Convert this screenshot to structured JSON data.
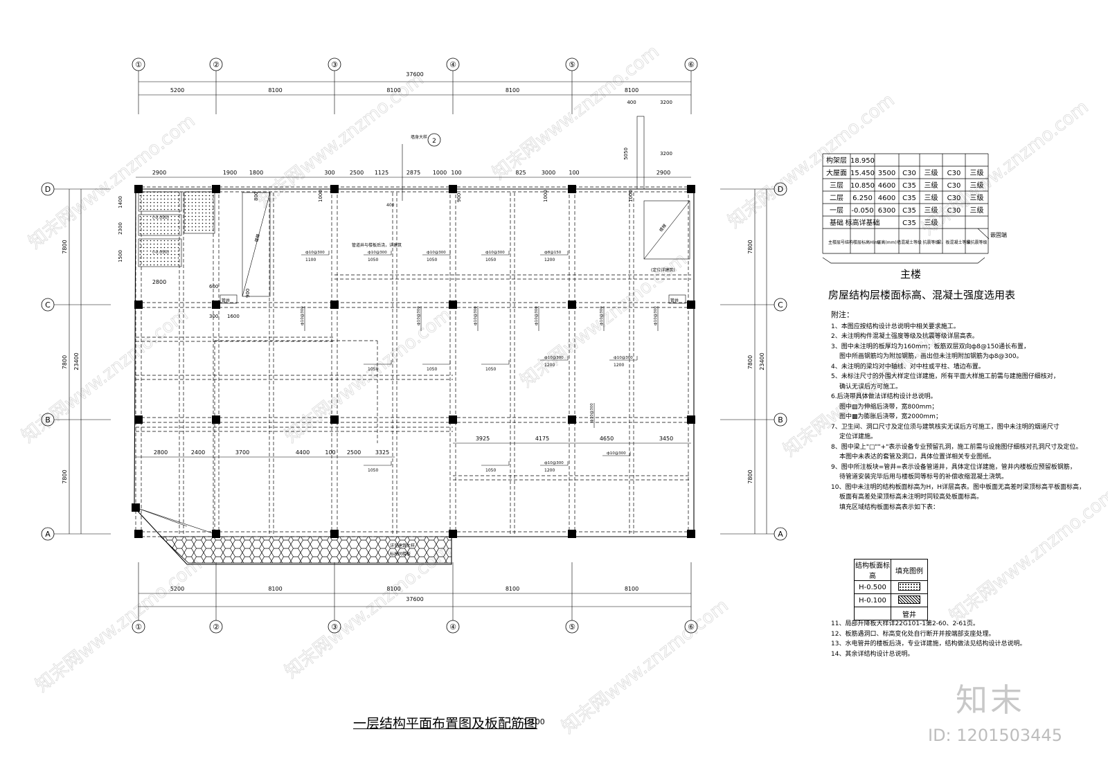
{
  "grid": {
    "column_labels": [
      "①",
      "②",
      "③",
      "④",
      "⑤",
      "⑥"
    ],
    "row_labels": [
      "D",
      "C",
      "B",
      "A"
    ],
    "column_spacings": [
      "5200",
      "8100",
      "8100",
      "8100",
      "8100"
    ],
    "row_spacings": [
      "7800",
      "7800",
      "7800"
    ],
    "overall_width": "37600",
    "overall_depth": "23400"
  },
  "dims": {
    "top_upper": [
      "2900",
      "1900",
      "1800",
      "300",
      "2500",
      "1125",
      "2875",
      "1000",
      "100",
      "825",
      "3000",
      "100",
      "2900"
    ],
    "top_right": [
      "400",
      "3200",
      "3200",
      "5050"
    ],
    "left_inner": [
      "2800",
      "1400",
      "2300",
      "1500"
    ],
    "misc": [
      "600",
      "300",
      "1600",
      "900",
      "800",
      "1000",
      "900",
      "1000",
      "1000"
    ],
    "row_b_below": [
      "2800",
      "2400",
      "3700",
      "4400",
      "100",
      "2500",
      "3325"
    ],
    "row_b_right": [
      "3925",
      "4175",
      "4650",
      "3450"
    ]
  },
  "slab_labels": {
    "rebar_a": "ф10@300",
    "rebar_b": "ф8@300",
    "rebar_c": "ф8@150",
    "len_1050": "1050",
    "len_1100": "1100",
    "len_1200": "1200",
    "len_400": "400"
  },
  "plan_text": {
    "stair": "楼梯",
    "stair2": "楼梯",
    "locate": "(定位详建筑)",
    "pipe": "管井",
    "pipe2": "管井",
    "detail": "墙身大样",
    "detail_no": "2",
    "equip": "管道井与楼板后浇，详建筑",
    "elev1": "(-0.050)",
    "elev2": "(-0.050)",
    "bottom_note": "详见建筑大样",
    "bottom_note2": "标高同楼板"
  },
  "level_table": {
    "rows": [
      {
        "level": "构架层",
        "height": "18.950",
        "floor_h": "",
        "grade": "",
        "seismic": "",
        "c2": "",
        "s2": ""
      },
      {
        "level": "大屋面",
        "height": "15.450",
        "floor_h": "3500",
        "grade": "C30",
        "seismic": "三级",
        "c2": "C30",
        "s2": "三级"
      },
      {
        "level": "三层",
        "height": "10.850",
        "floor_h": "4600",
        "grade": "C35",
        "seismic": "三级",
        "c2": "C30",
        "s2": "三级"
      },
      {
        "level": "二层",
        "height": "6.250",
        "floor_h": "4600",
        "grade": "C35",
        "seismic": "三级",
        "c2": "C30",
        "s2": "三级"
      },
      {
        "level": "一层",
        "height": "-0.050",
        "floor_h": "6300",
        "grade": "C35",
        "seismic": "三级",
        "c2": "C30",
        "s2": "三级"
      },
      {
        "level": "基础",
        "height": "标高详基础",
        "floor_h": "",
        "grade": "C35",
        "seismic": "三级",
        "c2": "",
        "s2": ""
      }
    ],
    "header": [
      "主楼层号",
      "结构楼层标高H(m)",
      "层高(mm)",
      "墙混凝土等级",
      "抗震等级",
      "梁、板混凝土等级",
      "梁抗震等级"
    ],
    "embed_label": "嵌固端",
    "building": "主楼",
    "caption": "房屋结构层楼面标高、混凝土强度选用表"
  },
  "notes": {
    "title": "附注：",
    "items": [
      "1、本图应按结构设计总说明中相关要求施工。",
      "2、未注明构件混凝土强度等级及抗震等级详层高表。",
      "3、图中未注明的板厚均为160mm；板筋双层双向ф8@150通长布置，",
      "图中所画钢筋均为附加钢筋，画出但未注明附加钢筋为ф8@300。",
      "4、未注明的梁均对中轴线、对中柱或平柱、墙边布置。",
      "5、未标注尺寸的外围大样定位详建施，所有平面大样施工前需与建施图仔细核对，",
      "确认无误后方可施工。",
      "6.后浇带具体做法详结构设计总说明。",
      "图中▨为伸缩后浇带，宽800mm；",
      "图中▩为膨胀后浇带，宽2000mm；",
      "7、卫生间、洞口尺寸及定位须与建筑核实无误后方可施工，图中未注明的烟道尺寸",
      "定位详建施。",
      "8、图中梁上\"□\"\"+\"表示设备专业预留孔洞，施工前需与设施图仔细核对孔洞尺寸及定位。",
      "本图中未表达的套管及洞口，具体位置详相关专业图纸。",
      "9、图中所注板块=管井=表示设备管道井，具体定位详建施，管井内楼板应预留板钢筋，",
      "待管道安装完毕后用与楼板同等标号的补偿收缩混凝土浇筑。",
      "10、图中未注明的结构板面标高为H，H详层高表。图中板面无高差时梁顶标高平板面标高，",
      "板面有高差处梁顶标高未注明时同较高处板面标高。",
      "填充区域结构板面标高表示如下表："
    ],
    "fill_table": {
      "header": [
        "结构板面标高",
        "填充图例"
      ],
      "rows": [
        [
          "H-0.500",
          ""
        ],
        [
          "H-0.100",
          ""
        ],
        [
          "",
          "管井"
        ]
      ]
    },
    "items_after": [
      "11、局部升降板大样详22G101-1第2-60、2-61页。",
      "12、板筋遇洞口、标高变化处自行断开并按端部支座处理。",
      "13、水电管井的楼板后浇，专业详建施，结构做法见结构设计总说明。",
      "14、其余详结构设计总说明。"
    ]
  },
  "title": {
    "main": "一层结构平面布置图及板配筋图",
    "scale": "1:100"
  },
  "watermark": {
    "brand": "知末",
    "id": "ID: 1201503445",
    "site": "知末网www.znzmo.com"
  },
  "colors": {
    "line": "#000000",
    "dash": "#000000",
    "watermark": "#cccccc"
  }
}
